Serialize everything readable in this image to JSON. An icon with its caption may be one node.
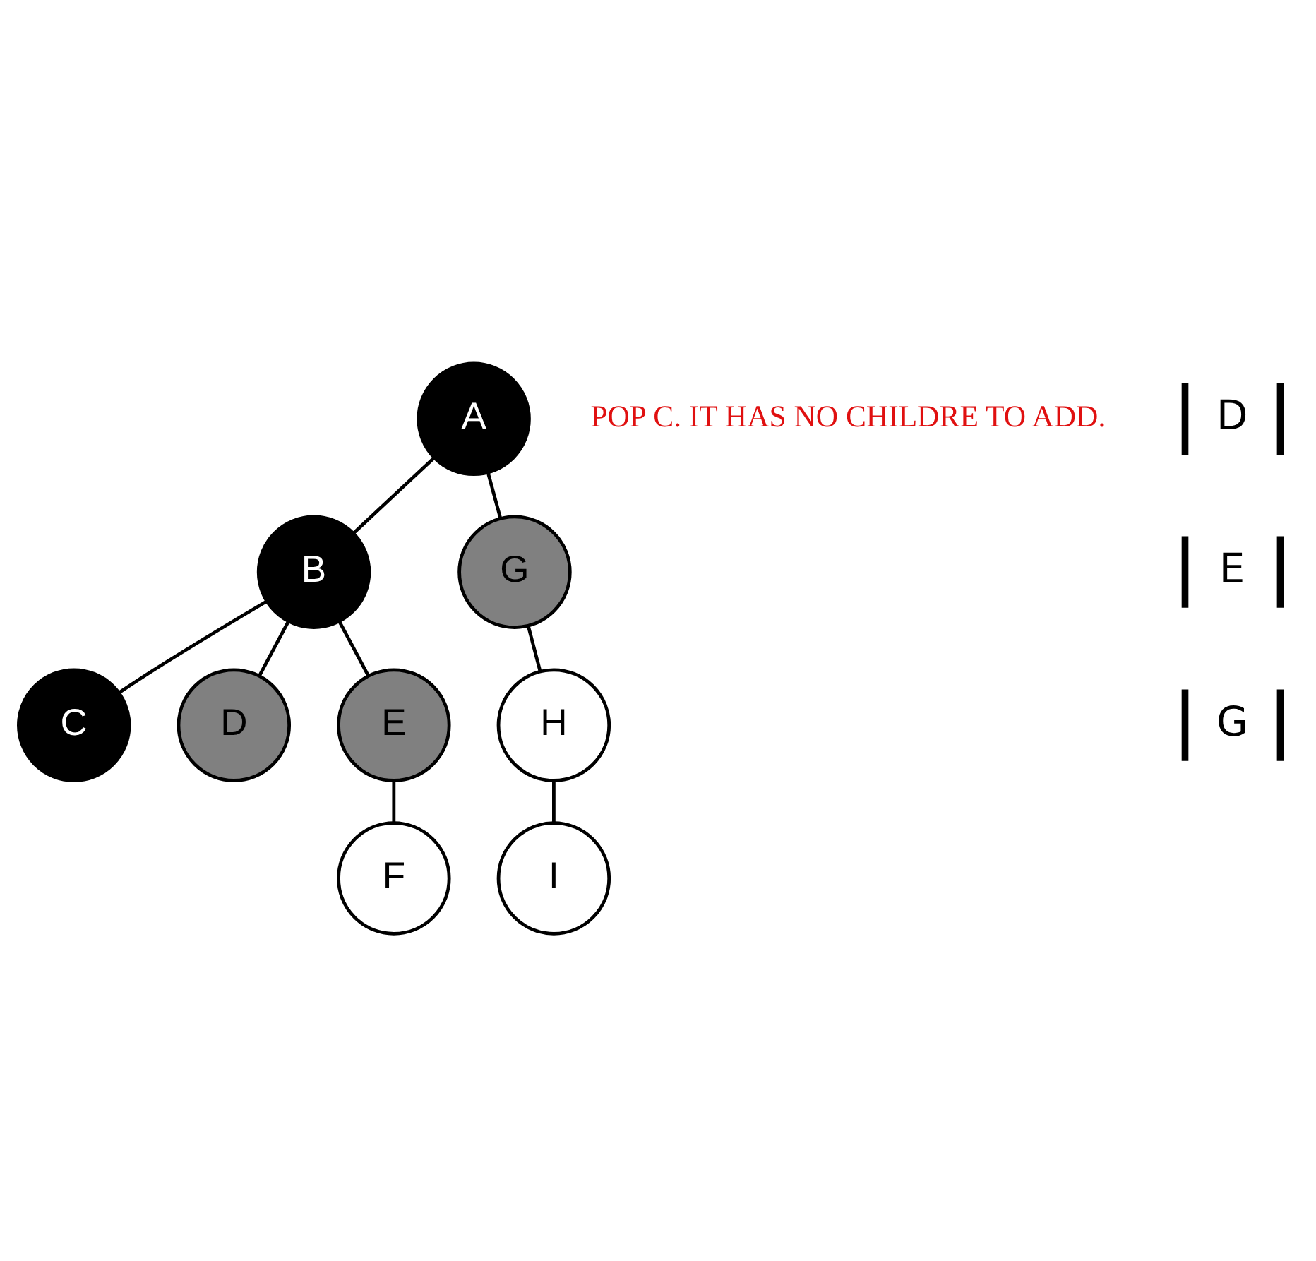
{
  "diagram": {
    "nodes": [
      {
        "text": [
          "A"
        ]
      },
      {
        "text": [
          "B"
        ]
      },
      {
        "text": [
          "G"
        ]
      },
      {
        "text": [
          "C"
        ]
      },
      {
        "text": [
          "D"
        ]
      },
      {
        "text": [
          "E"
        ]
      },
      {
        "text": [
          "H"
        ]
      },
      {
        "text": [
          "F"
        ]
      },
      {
        "text": [
          "I"
        ]
      }
    ],
    "edges": [
      {
        "from": 0,
        "to": 1,
        "arrow": "none"
      },
      {
        "from": 0,
        "to": 2,
        "arrow": "none"
      },
      {
        "from": 1,
        "to": 3,
        "arrow": "none"
      },
      {
        "from": 1,
        "to": 4,
        "arrow": "none"
      },
      {
        "from": 1,
        "to": 5,
        "arrow": "none"
      },
      {
        "from": 2,
        "to": 6,
        "arrow": "none"
      },
      {
        "from": 5,
        "to": 7,
        "arrow": "none"
      },
      {
        "from": 6,
        "to": 8,
        "arrow": "none"
      }
    ],
    "labels": [
      "D",
      "E",
      "G",
      "POP C. IT HAS NO CHILDRE TO ADD."
    ]
  }
}
